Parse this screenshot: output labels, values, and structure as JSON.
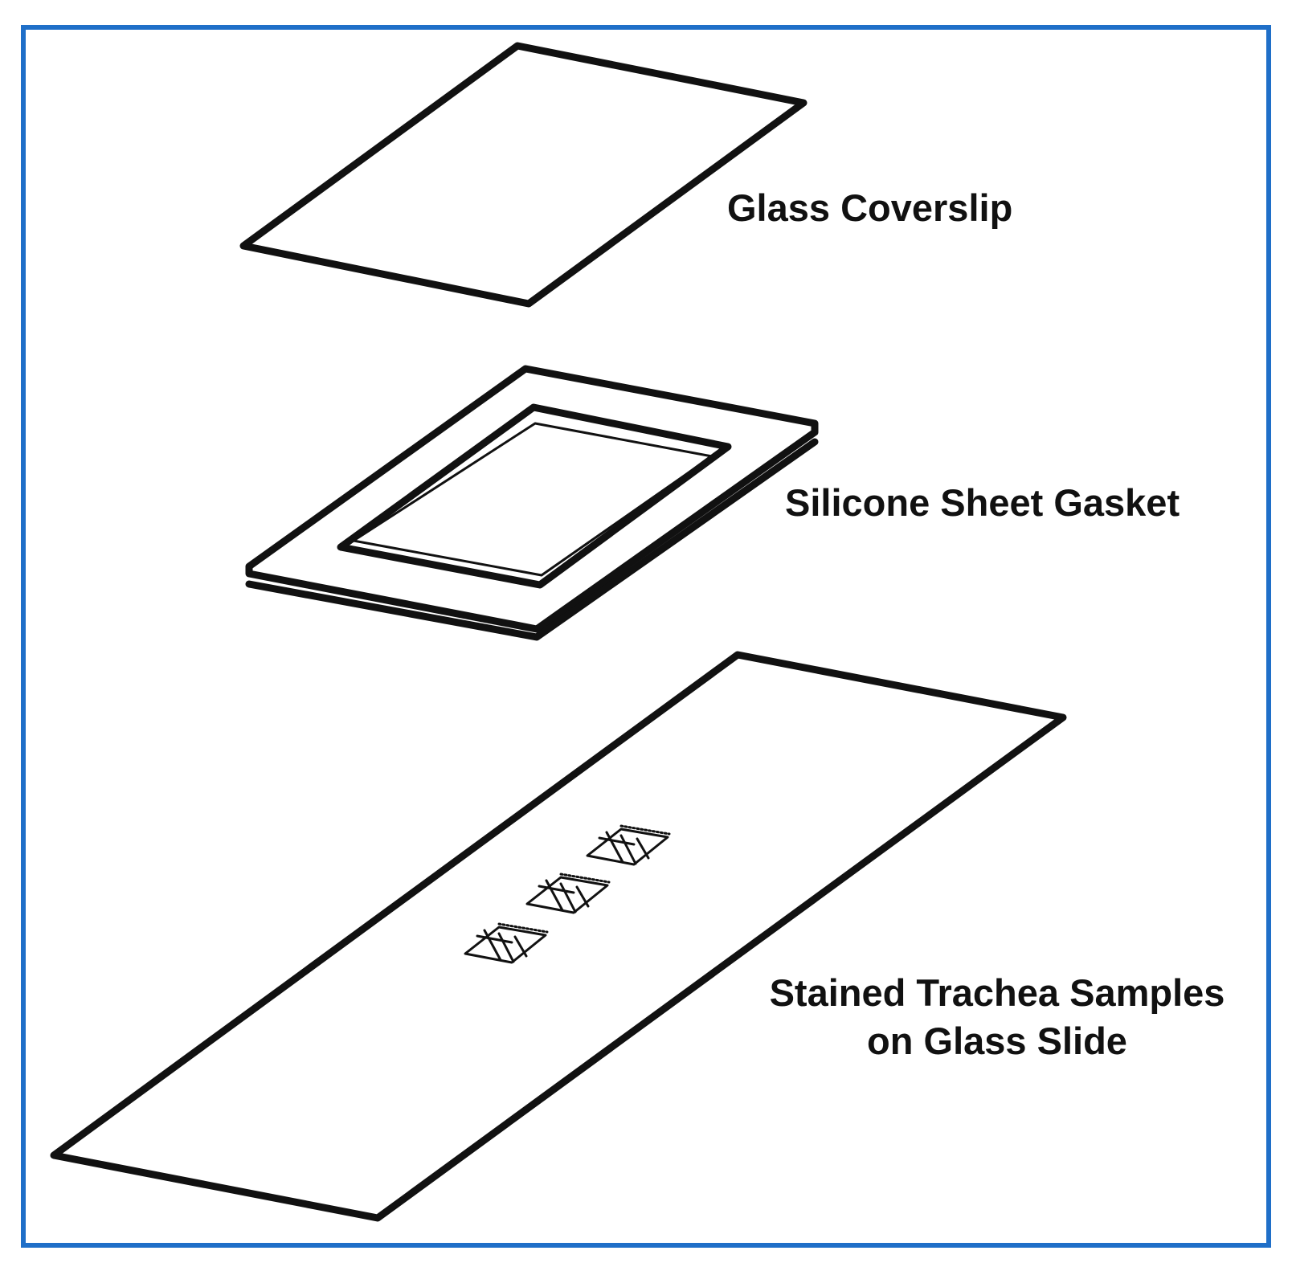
{
  "colors": {
    "frame": "#1f6fc8",
    "stroke": "#111111",
    "background": "#ffffff"
  },
  "labels": {
    "coverslip": "Glass Coverslip",
    "gasket": "Silicone Sheet Gasket",
    "slide_line1": "Stained Trachea Samples",
    "slide_line2": "on Glass Slide"
  },
  "sample_count": 3
}
